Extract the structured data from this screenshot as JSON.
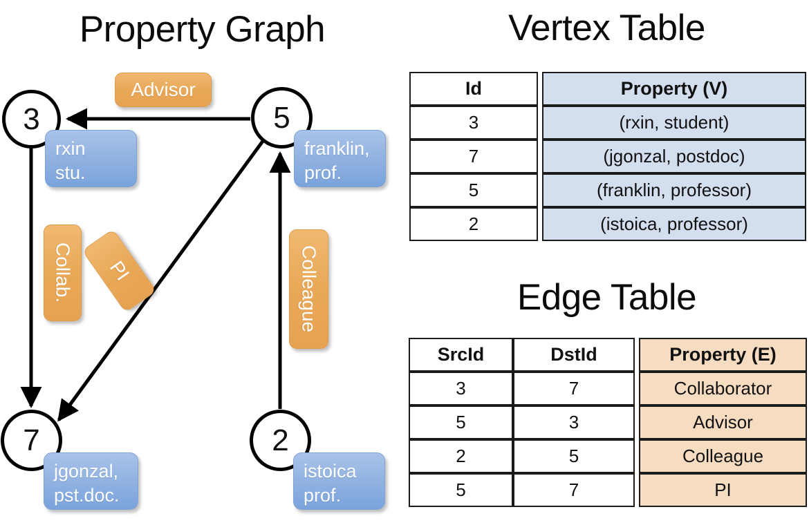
{
  "titles": {
    "property_graph": "Property Graph",
    "vertex_table": "Vertex Table",
    "edge_table": "Edge Table"
  },
  "graph": {
    "nodes": [
      {
        "id": "3",
        "label": "3"
      },
      {
        "id": "5",
        "label": "5"
      },
      {
        "id": "7",
        "label": "7"
      },
      {
        "id": "2",
        "label": "2"
      }
    ],
    "vertex_props": [
      {
        "node": "3",
        "line1": "rxin",
        "line2": "stu."
      },
      {
        "node": "5",
        "line1": "franklin,",
        "line2": "prof."
      },
      {
        "node": "7",
        "line1": "jgonzal,",
        "line2": "pst.doc."
      },
      {
        "node": "2",
        "line1": "istoica",
        "line2": "prof."
      }
    ],
    "edge_labels": [
      {
        "name": "advisor",
        "text": "Advisor",
        "orientation": "horizontal"
      },
      {
        "name": "collab",
        "text": "Collab.",
        "orientation": "vertical"
      },
      {
        "name": "pi",
        "text": "PI",
        "orientation": "rotated"
      },
      {
        "name": "colleague",
        "text": "Colleague",
        "orientation": "vertical"
      }
    ],
    "edges": [
      {
        "from": "5",
        "to": "3",
        "label": "Advisor"
      },
      {
        "from": "3",
        "to": "7",
        "label": "Collab."
      },
      {
        "from": "5",
        "to": "7",
        "label": "PI"
      },
      {
        "from": "2",
        "to": "5",
        "label": "Colleague"
      }
    ]
  },
  "vertex_table": {
    "headers": [
      "Id",
      "Property (V)"
    ],
    "rows": [
      {
        "id": "3",
        "property": "(rxin, student)"
      },
      {
        "id": "7",
        "property": "(jgonzal, postdoc)"
      },
      {
        "id": "5",
        "property": "(franklin, professor)"
      },
      {
        "id": "2",
        "property": "(istoica, professor)"
      }
    ]
  },
  "edge_table": {
    "headers": [
      "SrcId",
      "DstId",
      "Property (E)"
    ],
    "rows": [
      {
        "src": "3",
        "dst": "7",
        "property": "Collaborator"
      },
      {
        "src": "5",
        "dst": "3",
        "property": "Advisor"
      },
      {
        "src": "2",
        "dst": "5",
        "property": "Colleague"
      },
      {
        "src": "5",
        "dst": "7",
        "property": "PI"
      }
    ]
  },
  "colors": {
    "vertex_property_fill": "#d3deef",
    "edge_property_fill": "#f6ddc2",
    "node_box_blue": "#8fb0df",
    "edge_label_orange": "#e9a857",
    "stroke": "#000000"
  }
}
